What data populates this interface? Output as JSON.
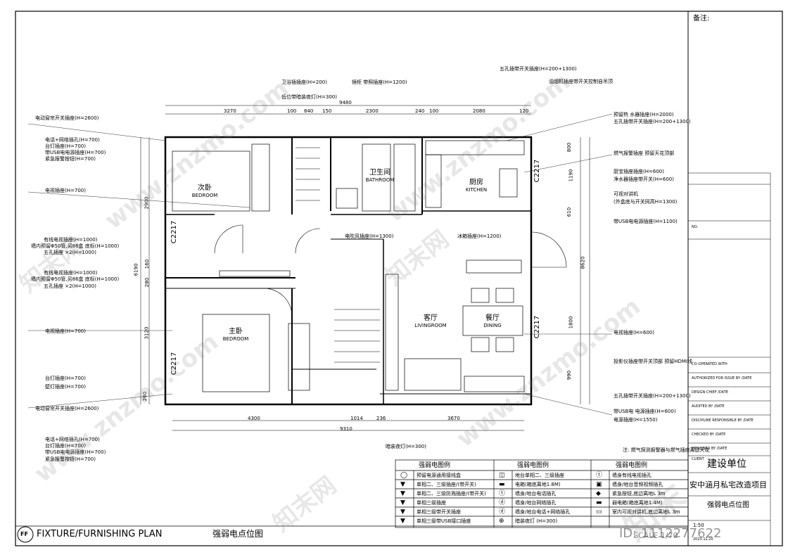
{
  "notes_label": "备注:",
  "rooms": [
    {
      "key": "bed2",
      "cn": "次卧",
      "en": "BEDROOM"
    },
    {
      "key": "bath",
      "cn": "卫生间",
      "en": "BATHROOM"
    },
    {
      "key": "kitchen",
      "cn": "厨房",
      "en": "KITCHEN"
    },
    {
      "key": "master",
      "cn": "主卧",
      "en": "BEDROOM"
    },
    {
      "key": "living",
      "cn": "客厅",
      "en": "LIVINGROOM"
    },
    {
      "key": "dining",
      "cn": "餐厅",
      "en": "DINING"
    }
  ],
  "dims_top": [
    "9480",
    "3270",
    "100",
    "840",
    "150",
    "2300",
    "240",
    "100",
    "2080",
    "120"
  ],
  "dims_bottom": [
    "4300",
    "1014",
    "236",
    "3670",
    "9310"
  ],
  "dims_left": [
    "2900",
    "6190",
    "160",
    "280",
    "3120",
    "260"
  ],
  "dims_right": [
    "800",
    "1190",
    "610",
    "1800",
    "990",
    "8620"
  ],
  "ceiling_marks": [
    "C2217",
    "C2217",
    "C2217",
    "C2217"
  ],
  "annotations_left": [
    "电动窗帘开关插座(H=2600)",
    "电话+网络插孔(H=700)",
    "台灯插座(H=700)",
    "带USB电电源插座(H=700)",
    "紧急报警按钮(H=700)",
    "电视插座(H=700)",
    "有线电视插座(H=1000)",
    "墙内预留Φ50管,另86盒 底标(H=1000)",
    "五孔插座 ×2(H=1000)",
    "有线电视插座(H=1000)",
    "墙内预留Φ50管,另86盒 底标(H=1000)",
    "五孔插座 ×2(H=1000)",
    "电视插座(H=700)",
    "台灯插座(H=700)",
    "壁灯插座(H=700)",
    "电动窗帘开关插座(H=2600)",
    "电话+网络插孔(H=700)",
    "台灯插座(H=700)",
    "带USB电电源插座(H=700)",
    "紧急报警按钮(H=700)"
  ],
  "annotations_top": [
    "卫浴插插座(H=200)",
    "低位带暗装夜灯(H=300)",
    "镜柜 带照插座(H=1200)",
    "五孔插带开关插座(H=200+1300)",
    "油烟机插座带开关控制自吊顶",
    "预留热 水器插座(H=2000)",
    "五孔插带开关插座(H=200+1300)"
  ],
  "annotations_right": [
    "燃气报警插座 预留天花顶部",
    "厨宝插座插座(H=600)",
    "净水器插座带开关(H=600)",
    "可视对讲机",
    "(外盒底与开关同高H=1300)",
    "带USB电电源插座(H=1100)",
    "电视插座(H=600)",
    "投影仪插座带开关顶部 预留HDMI线",
    "五孔插带开关插座(H=200+1300)",
    "带USB电 电源插座(H=600)",
    "电源插座(H=1550)"
  ],
  "annotations_inner": [
    "电吹风插座(H=1300)",
    "冰箱插座(H=1200)",
    "暗装夜灯(H=300)"
  ],
  "gas_note": "注: 燃气探测报警器与燃气插座离厨天花",
  "legend": {
    "title": "强弱电图例",
    "col1": [
      "预留电源通用接线盒",
      "单相二、三级插座/(带开关)",
      "单相二、三级防溅插座/(带开关)",
      "单相三级插座",
      "单相三级带开关插座",
      "单相三级带USB接口插座"
    ],
    "col2": [
      "地台单相二、三级插座",
      "电箱(箱底离地1.8M)",
      "墙身/地台电话插孔",
      "墙身/地台网络插孔",
      "墙身/地台电话+网络插孔",
      "暗装夜灯 (H=300)"
    ],
    "col3": [
      "墙身有线电视插孔",
      "墙身/地台音频视频插孔",
      "紧急按钮,底边离地L 3m",
      "弱电箱(箱底离地1.4M)",
      "室内可视对讲机,底边离地L 3m",
      ""
    ]
  },
  "title_block": {
    "company": "建设单位",
    "project": "安中涵月私宅改造项目",
    "drawing": "强弱电点位图",
    "rows": [
      "NO.",
      "CO-OPERATED WITH",
      "AUTHORIZED FOR ISSUE BY /DATE",
      "DESIGN CHIEF /DATE",
      "AUDITED BY /DATE",
      "DISCIPLINE RESPONSIBLE BY /DATE",
      "CHECKED BY /DATE",
      "DESIGNED BY /DATE",
      "CLIENT"
    ],
    "scale": "1:50",
    "date": "2023.12.20"
  },
  "footer": {
    "badge": "FF",
    "title_en": "FIXTURE/FURNISHING PLAN",
    "title_cn": "强弱电点位图",
    "scale_text": "SCALE 1/70",
    "id_text": "ID: 1112277622"
  },
  "watermarks": [
    "www.znzmo.com",
    "知末网",
    "www.znzmo.com",
    "知末网",
    "www.znzmo.com",
    "知末网",
    "www.znzmo.com",
    "知末"
  ]
}
